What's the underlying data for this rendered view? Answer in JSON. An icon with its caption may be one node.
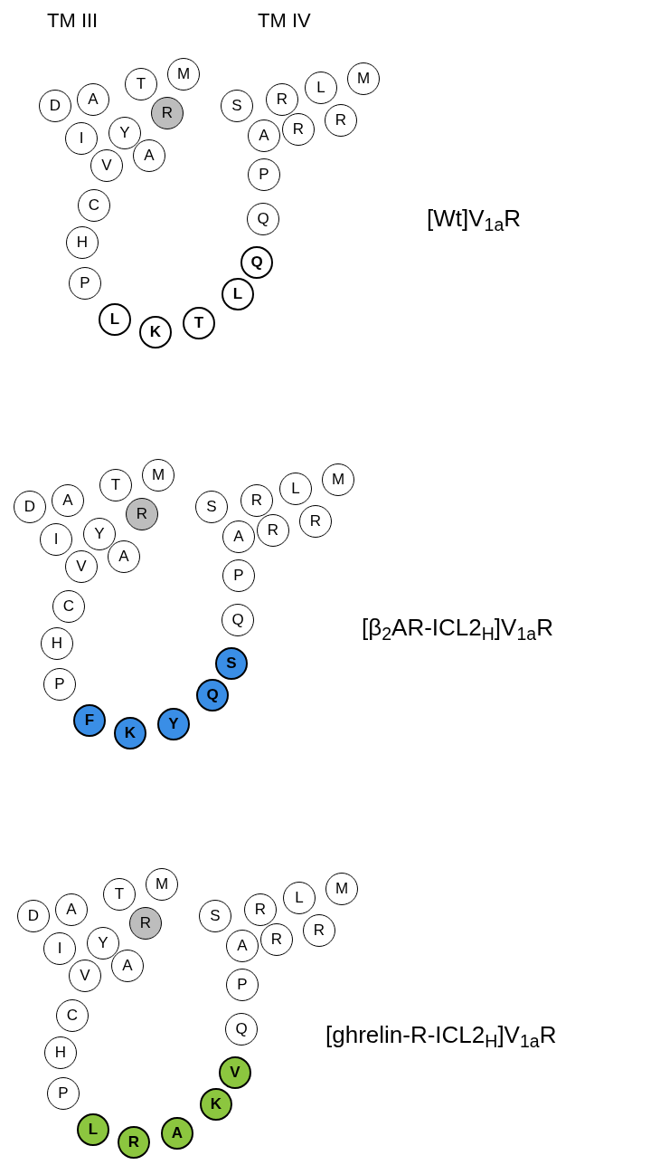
{
  "diagram": {
    "nodes": [
      {
        "text": [
          "D"
        ]
      },
      {
        "text": [
          "A"
        ]
      },
      {
        "text": [
          "T"
        ]
      },
      {
        "text": [
          "M"
        ]
      },
      {
        "text": [
          "R"
        ]
      },
      {
        "text": [
          "Y"
        ]
      },
      {
        "text": [
          "I"
        ]
      },
      {
        "text": [
          "V"
        ]
      },
      {
        "text": [
          "A"
        ]
      },
      {
        "text": [
          "C"
        ]
      },
      {
        "text": [
          "H"
        ]
      },
      {
        "text": [
          "P"
        ]
      },
      {
        "text": [
          "L"
        ]
      },
      {
        "text": [
          "K"
        ]
      },
      {
        "text": [
          "T"
        ]
      },
      {
        "text": [
          "L"
        ]
      },
      {
        "text": [
          "Q"
        ]
      },
      {
        "text": [
          "Q"
        ]
      },
      {
        "text": [
          "P"
        ]
      },
      {
        "text": [
          "A"
        ]
      },
      {
        "text": [
          "S"
        ]
      },
      {
        "text": [
          "R"
        ]
      },
      {
        "text": [
          "L"
        ]
      },
      {
        "text": [
          "M"
        ]
      },
      {
        "text": [
          "R"
        ]
      },
      {
        "text": [
          "R"
        ]
      },
      {
        "text": [
          "D"
        ]
      },
      {
        "text": [
          "A"
        ]
      },
      {
        "text": [
          "T"
        ]
      },
      {
        "text": [
          "M"
        ]
      },
      {
        "text": [
          "R"
        ]
      },
      {
        "text": [
          "Y"
        ]
      },
      {
        "text": [
          "I"
        ]
      },
      {
        "text": [
          "V"
        ]
      },
      {
        "text": [
          "A"
        ]
      },
      {
        "text": [
          "C"
        ]
      },
      {
        "text": [
          "H"
        ]
      },
      {
        "text": [
          "P"
        ]
      },
      {
        "text": [
          "F"
        ]
      },
      {
        "text": [
          "K"
        ]
      },
      {
        "text": [
          "Y"
        ]
      },
      {
        "text": [
          "Q"
        ]
      },
      {
        "text": [
          "S"
        ]
      },
      {
        "text": [
          "Q"
        ]
      },
      {
        "text": [
          "P"
        ]
      },
      {
        "text": [
          "A"
        ]
      },
      {
        "text": [
          "S"
        ]
      },
      {
        "text": [
          "R"
        ]
      },
      {
        "text": [
          "L"
        ]
      },
      {
        "text": [
          "M"
        ]
      },
      {
        "text": [
          "R"
        ]
      },
      {
        "text": [
          "R"
        ]
      },
      {
        "text": [
          "D"
        ]
      },
      {
        "text": [
          "A"
        ]
      },
      {
        "text": [
          "T"
        ]
      },
      {
        "text": [
          "M"
        ]
      },
      {
        "text": [
          "R"
        ]
      },
      {
        "text": [
          "Y"
        ]
      },
      {
        "text": [
          "I"
        ]
      },
      {
        "text": [
          "V"
        ]
      },
      {
        "text": [
          "A"
        ]
      },
      {
        "text": [
          "C"
        ]
      },
      {
        "text": [
          "H"
        ]
      },
      {
        "text": [
          "P"
        ]
      },
      {
        "text": [
          "L"
        ]
      },
      {
        "text": [
          "R"
        ]
      },
      {
        "text": [
          "A"
        ]
      },
      {
        "text": [
          "K"
        ]
      },
      {
        "text": [
          "V"
        ]
      },
      {
        "text": [
          "Q"
        ]
      },
      {
        "text": [
          "P"
        ]
      },
      {
        "text": [
          "A"
        ]
      },
      {
        "text": [
          "S"
        ]
      },
      {
        "text": [
          "R"
        ]
      },
      {
        "text": [
          "L"
        ]
      },
      {
        "text": [
          "M"
        ]
      },
      {
        "text": [
          "R"
        ]
      },
      {
        "text": [
          "R"
        ]
      }
    ],
    "labels": [
      "TM III",
      "TM IV",
      "[Wt]V$_{1a}$R",
      "[β$_{2}$AR-ICL2$_{H}$]V$_{1a}$R",
      "[ghrelin-R-ICL2$_{H}$]V$_{1a}$R"
    ]
  }
}
